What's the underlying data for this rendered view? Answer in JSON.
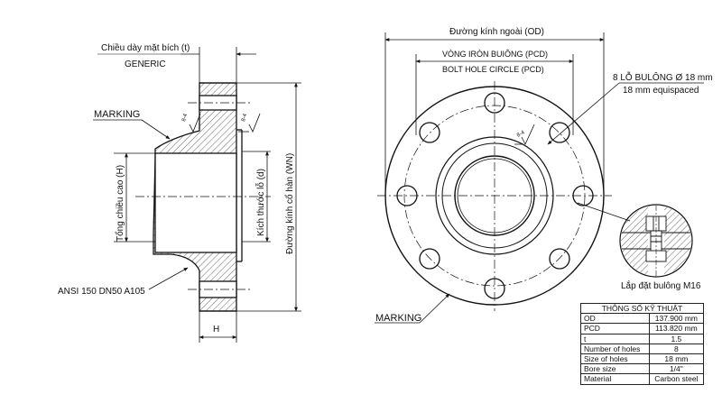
{
  "side_view": {
    "thickness_label": "Chiều dày mặt bích (t)",
    "generic_label": "GENERIC",
    "marking_label": "MARKING",
    "total_height_label": "Tổng chiều cao (H)",
    "bore_size_label": "Kích thước lỗ (d)",
    "hub_diameter_label": "Đường kính cổ hàn (WN)",
    "spec_label": "ANSI 150 DN50 A105",
    "h_label": "H",
    "finish_mark_1": "8-4",
    "finish_mark_2": "8-4"
  },
  "front_view": {
    "outside_diameter_label": "Đường kính ngoài (OD)",
    "pcd_vn_label": "VÒNG IRÒN BUIÔNG (PCD)",
    "pcd_en_label": "BOLT HOLE CIRCLE (PCD)",
    "bolt_holes_label_1": "8 LỖ BULÔNG Ø 18 mm",
    "bolt_holes_label_2": "18 mm equispaced",
    "marking_label": "MARKING",
    "finish_mark": "8-4",
    "bolt_caption": "Lắp đặt bulông M16"
  },
  "spec_table": {
    "title": "THÔNG SỐ KỸ THUẬT",
    "rows": [
      {
        "label": "OD",
        "value": "137.900 mm"
      },
      {
        "label": "PCD",
        "value": "113.820 mm"
      },
      {
        "label": "t",
        "value": "1.5"
      },
      {
        "label": "Number of holes",
        "value": "8"
      },
      {
        "label": "Size of holes",
        "value": "18 mm"
      },
      {
        "label": "Bore size",
        "value": "1/4\""
      },
      {
        "label": "Material",
        "value": "Carbon steel"
      }
    ]
  }
}
